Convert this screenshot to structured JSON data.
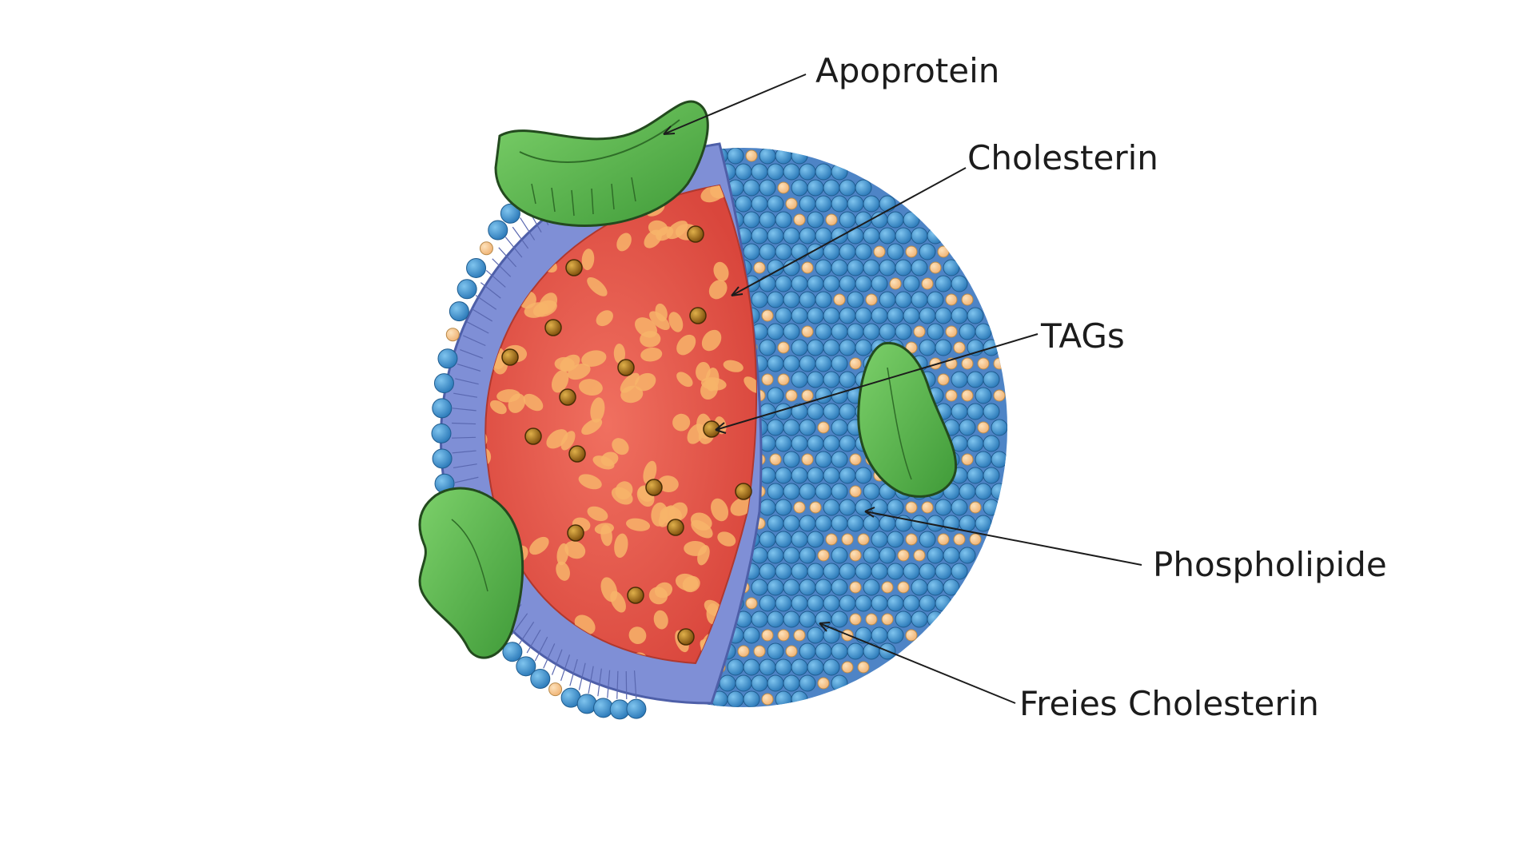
{
  "labels": {
    "apoprotein": "Apoprotein",
    "cholesterin": "Cholesterin",
    "tags": "TAGs",
    "phospholipide": "Phospholipide",
    "freies_cholesterin": "Freies Cholesterin"
  },
  "colors": {
    "core": "#e2584a",
    "core_light": "#f08a6a",
    "tag_droplet": "#f7b46a",
    "cholesteryl_ester": "#9c6a12",
    "phospholipid_head": "#3a8fcf",
    "phospholipid_tail": "#7f8fd6",
    "free_cholesterol": "#f5c48a",
    "apoprotein": "#5cba4c",
    "line": "#1c1c1c"
  },
  "icons": {
    "apoprotein": "apoprotein-icon",
    "phospholipid": "phospholipid-head-icon",
    "cholesterol": "cholesterol-icon"
  }
}
